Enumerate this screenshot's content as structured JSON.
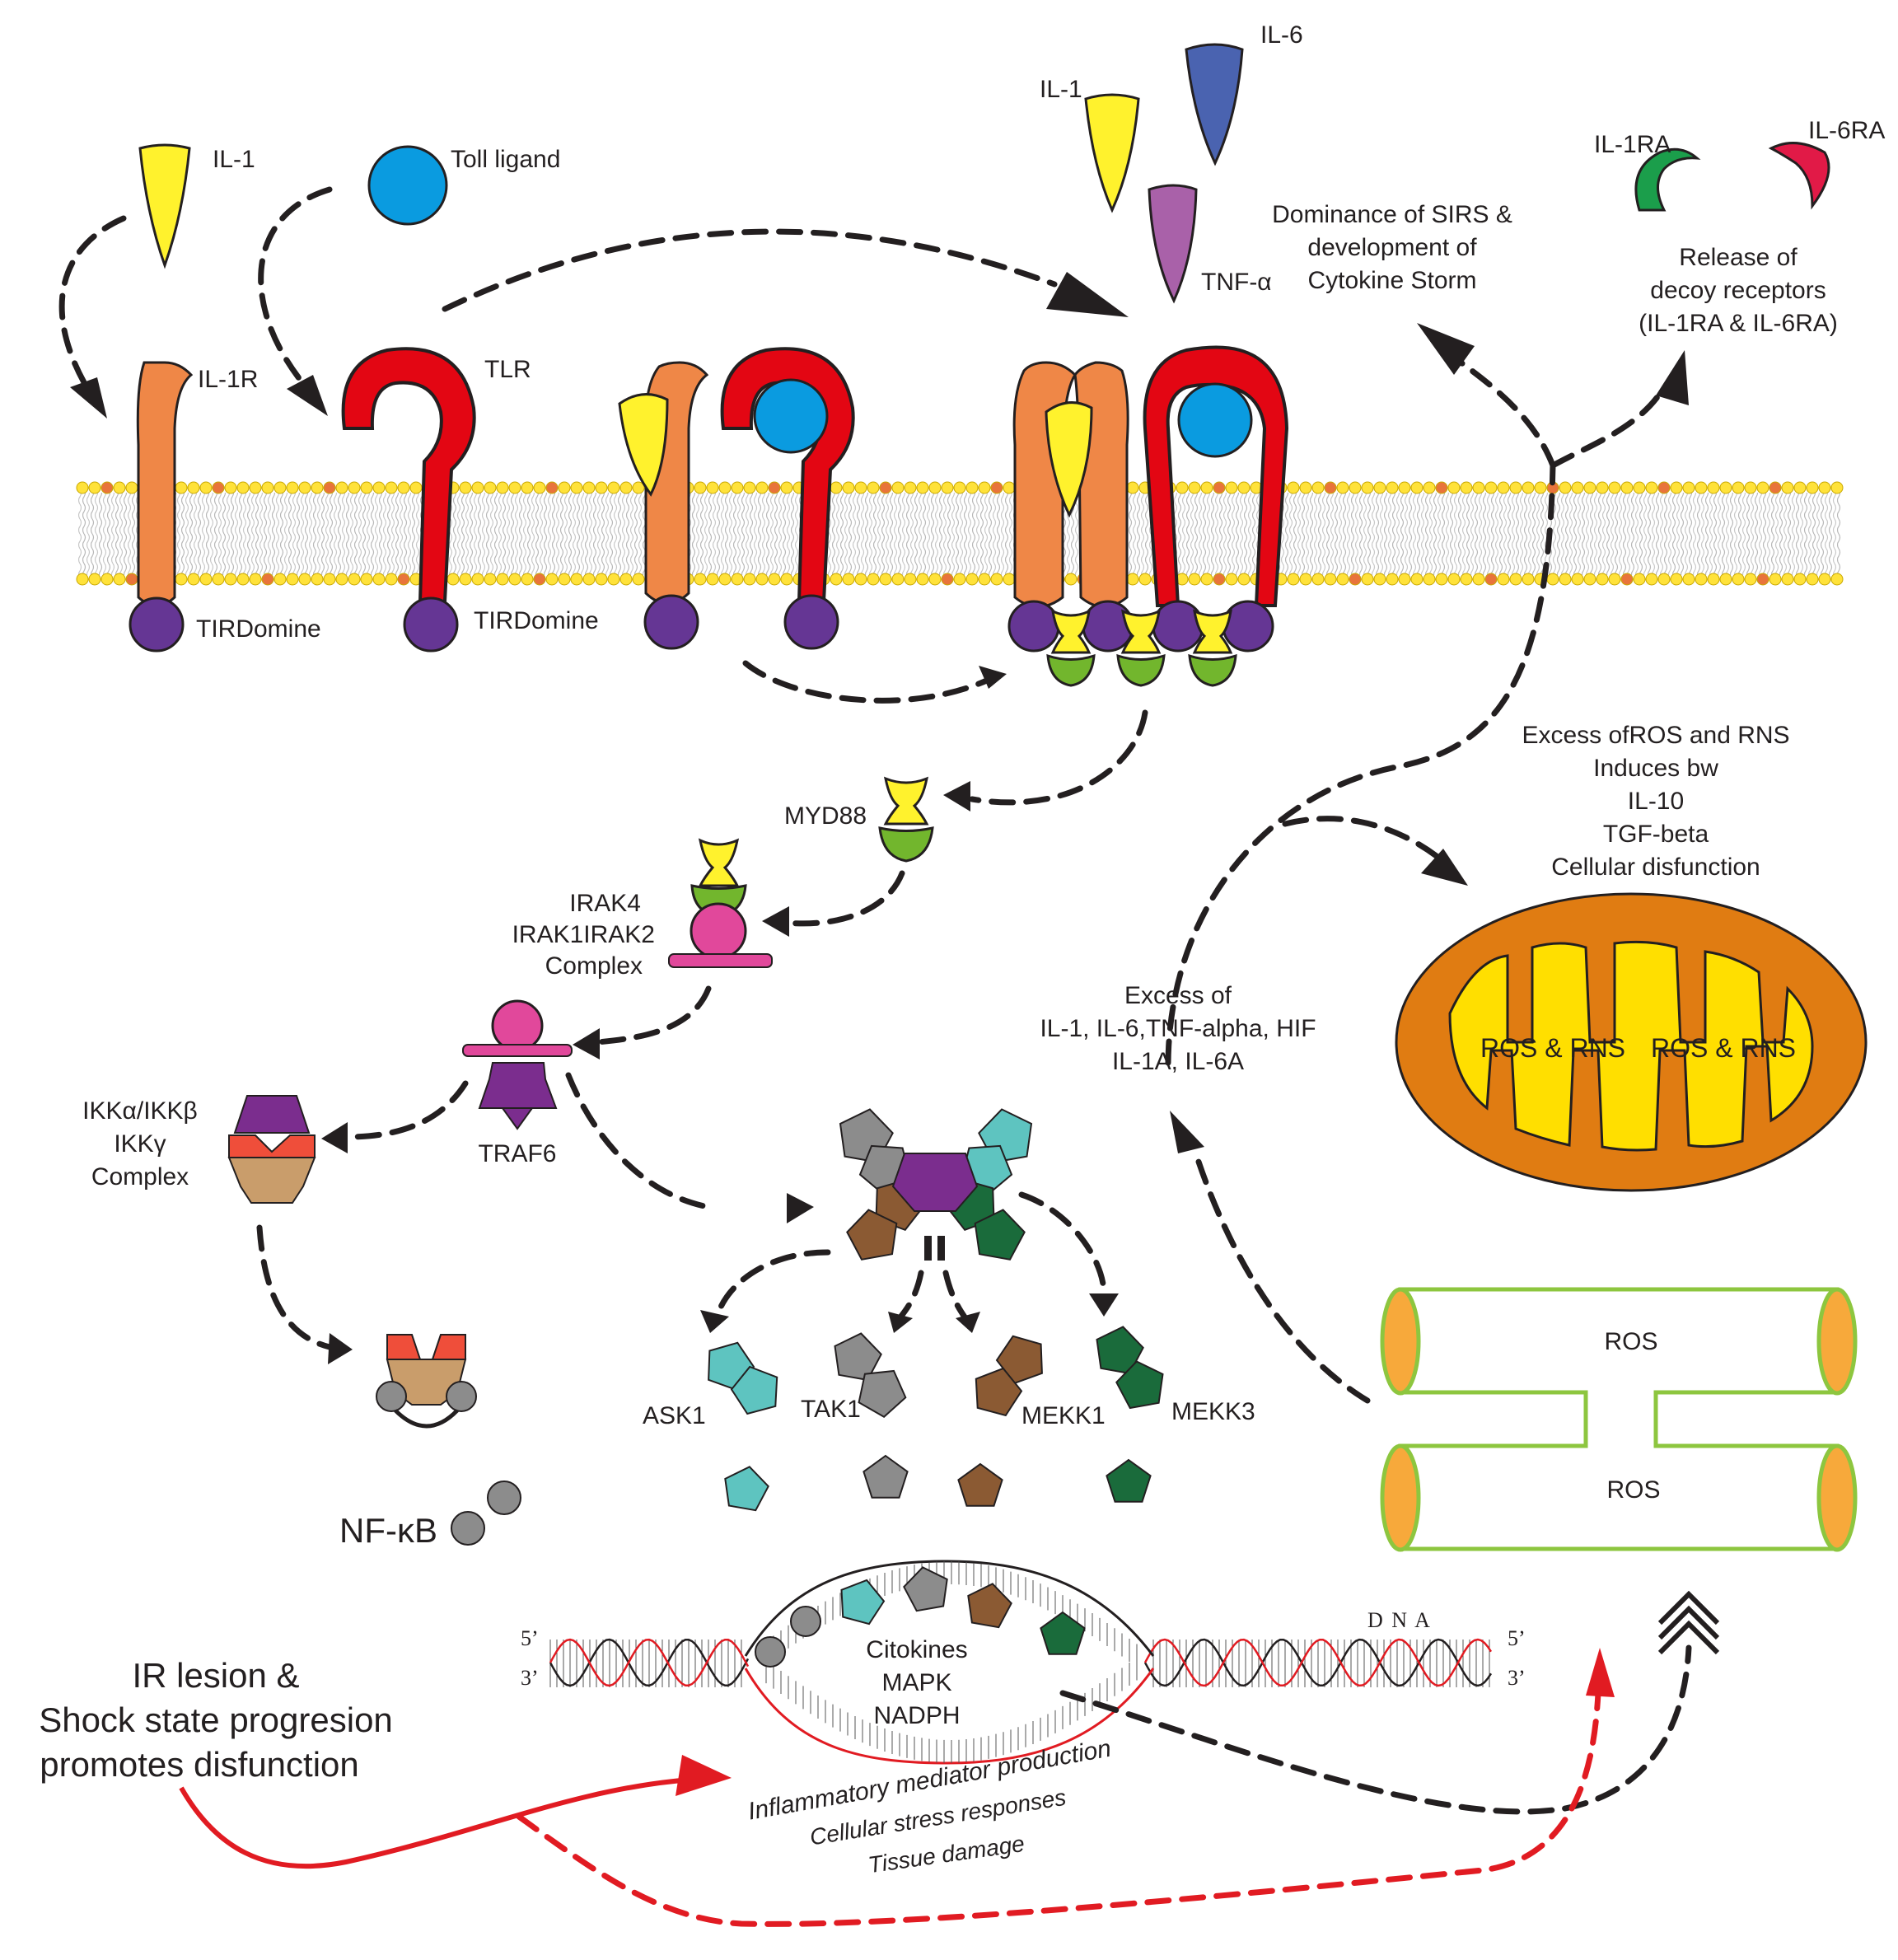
{
  "labels": {
    "il1_left": "IL-1",
    "toll_ligand": "Toll ligand",
    "il1_top": "IL-1",
    "il6_top": "IL-6",
    "tnf": "TNF-α",
    "il1ra": "IL-1RA",
    "il6ra": "IL-6RA",
    "il1r": "IL-1R",
    "tlr": "TLR",
    "tir1": "TIRDomine",
    "tir2": "TIRDomine",
    "sirs": [
      "Dominance of SIRS &",
      "development of",
      "Cytokine Storm"
    ],
    "decoy": [
      "Release of",
      "decoy receptors",
      "(IL-1RA & IL-6RA)"
    ],
    "ros_excess": [
      "Excess ofROS and RNS",
      "Induces bw",
      "IL-10",
      "TGF-beta",
      "Cellular disfunction"
    ],
    "myd88": "MYD88",
    "irak": [
      "IRAK4",
      "IRAK1IRAK2",
      "Complex"
    ],
    "traf6": "TRAF6",
    "ikk": [
      "IKKα/IKKβ",
      "IKKγ",
      "Complex"
    ],
    "excess_il": [
      "Excess of",
      "IL-1, IL-6,TNF-alpha, HIF",
      "IL-1A, IL-6A"
    ],
    "mito_ros1": "ROS & RNS",
    "mito_ros2": "ROS & RNS",
    "er_ros1": "ROS",
    "er_ros2": "ROS",
    "ask1": "ASK1",
    "tak1": "TAK1",
    "mekk1": "MEKK1",
    "mekk3": "MEKK3",
    "nfkb": "NF-κB",
    "dna": "D N A",
    "five_prime_left": "5’",
    "three_prime_left": "3’",
    "five_prime_right": "5’",
    "three_prime_right": "3’",
    "nucleus": [
      "Citokines",
      "MAPK",
      "NADPH"
    ],
    "outcome1": "Inflammatory mediator production",
    "outcome2": "Cellular stress responses",
    "outcome3": "Tissue damage",
    "ir_lesion": [
      "IR lesion &",
      "Shock state progresion",
      "promotes disfunction"
    ]
  },
  "colors": {
    "il1": "#fff22d",
    "toll": "#0a9be0",
    "il6": "#4a63b0",
    "tnf": "#a961a9",
    "receptor_orange": "#ef8747",
    "tlr_red": "#e30613",
    "tir_purple": "#653694",
    "adaptor_green": "#72b62d",
    "irak_pink": "#e1489b",
    "ask1_teal": "#5ec4c0",
    "tak1_grey": "#8c8c8c",
    "mekk1_brown": "#8b5a33",
    "mekk3_green": "#1a6b3b",
    "mito_outer": "#e07c12",
    "mito_inner": "#ffdf00",
    "er_green": "#8dc63f",
    "er_cap": "#f7a93b",
    "arrow_red": "#e11b22"
  }
}
